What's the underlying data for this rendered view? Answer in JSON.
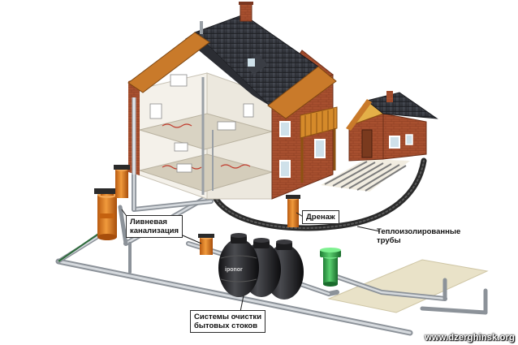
{
  "labels": {
    "storm_sewer": {
      "line1": "Ливневая",
      "line2": "канализация"
    },
    "drainage": {
      "line1": "Дренаж"
    },
    "insulated_pipes": {
      "line1": "Теплоизолированные",
      "line2": "трубы"
    },
    "treatment_systems": {
      "line1": "Системы очистки",
      "line2": "бытовых стоков"
    }
  },
  "tank_brand": "iponor",
  "watermark": "www.dzerghinsk.org",
  "colors": {
    "roof": "#3a3d44",
    "brick": "#a24a2e",
    "trim": "#c97a2a",
    "pipe_gray": "#b9bec4",
    "pipe_black": "#2a2a2a",
    "well_orange": "#e07820",
    "tank_black": "#1c1c1e",
    "filter_green": "#2fa84a",
    "ground_slab": "#e9e2c8"
  }
}
